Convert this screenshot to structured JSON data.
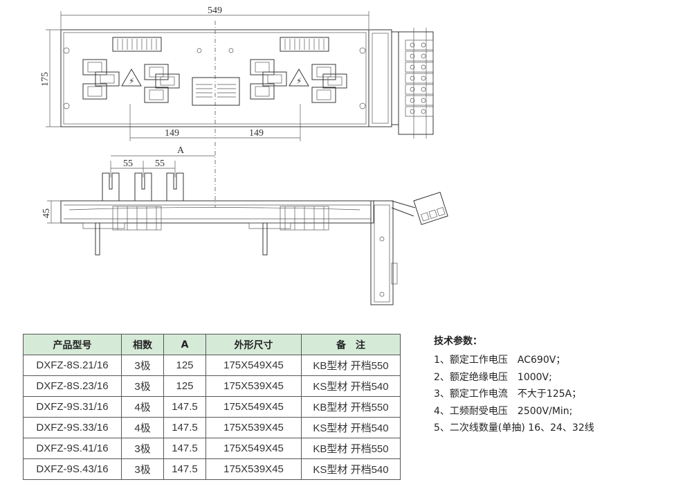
{
  "drawing": {
    "dims": {
      "total_width": "549",
      "height": "175",
      "half_left": "149",
      "half_right": "149",
      "a_label": "A",
      "pitch_1": "55",
      "pitch_2": "55",
      "depth": "45"
    }
  },
  "table": {
    "headers": [
      "产品型号",
      "相数",
      "A",
      "外形尺寸",
      "备　注"
    ],
    "rows": [
      [
        "DXFZ-8S.21/16",
        "3极",
        "125",
        "175X549X45",
        "KB型材 开档550"
      ],
      [
        "DXFZ-8S.23/16",
        "3极",
        "125",
        "175X539X45",
        "KS型材 开档540"
      ],
      [
        "DXFZ-9S.31/16",
        "4极",
        "147.5",
        "175X549X45",
        "KB型材 开档550"
      ],
      [
        "DXFZ-9S.33/16",
        "4极",
        "147.5",
        "175X539X45",
        "KS型材 开档540"
      ],
      [
        "DXFZ-9S.41/16",
        "3极",
        "147.5",
        "175X549X45",
        "KB型材 开档550"
      ],
      [
        "DXFZ-9S.43/16",
        "3极",
        "147.5",
        "175X539X45",
        "KS型材 开档540"
      ]
    ]
  },
  "tech": {
    "title": "技术参数：",
    "items": [
      "1、额定工作电压　AC690V；",
      "2、额定绝缘电压　1000V;",
      "3、额定工作电流　不大于125A；",
      "4、工频耐受电压　2500V/Min;",
      "5、二次线数量(单抽) 16、24、32线"
    ]
  },
  "colors": {
    "header_bg": "#d6ead8",
    "line": "#333333"
  }
}
